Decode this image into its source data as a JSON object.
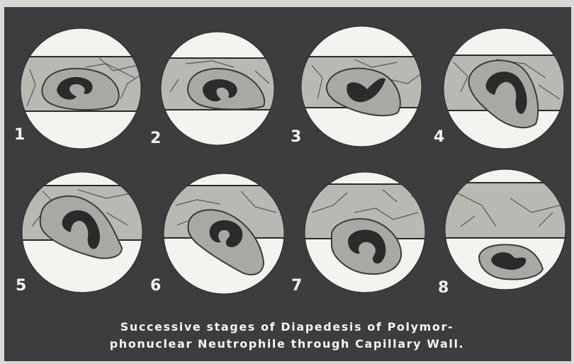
{
  "stages": [
    {
      "number": "1"
    },
    {
      "number": "2"
    },
    {
      "number": "3"
    },
    {
      "number": "4"
    },
    {
      "number": "5"
    },
    {
      "number": "6"
    },
    {
      "number": "7"
    },
    {
      "number": "8"
    }
  ],
  "caption": {
    "line1": "Successive stages of Diapedesis of Polymor-",
    "line2": "phonuclear Neutrophile through Capillary Wall."
  },
  "colors": {
    "background": "#3b3d3e",
    "circle": "#f3f3f0",
    "capillary_band": "#b9b9b4",
    "cell_body": "#a9a9a4",
    "nucleus": "#2b2b2b",
    "text": "#f2f2f2"
  }
}
